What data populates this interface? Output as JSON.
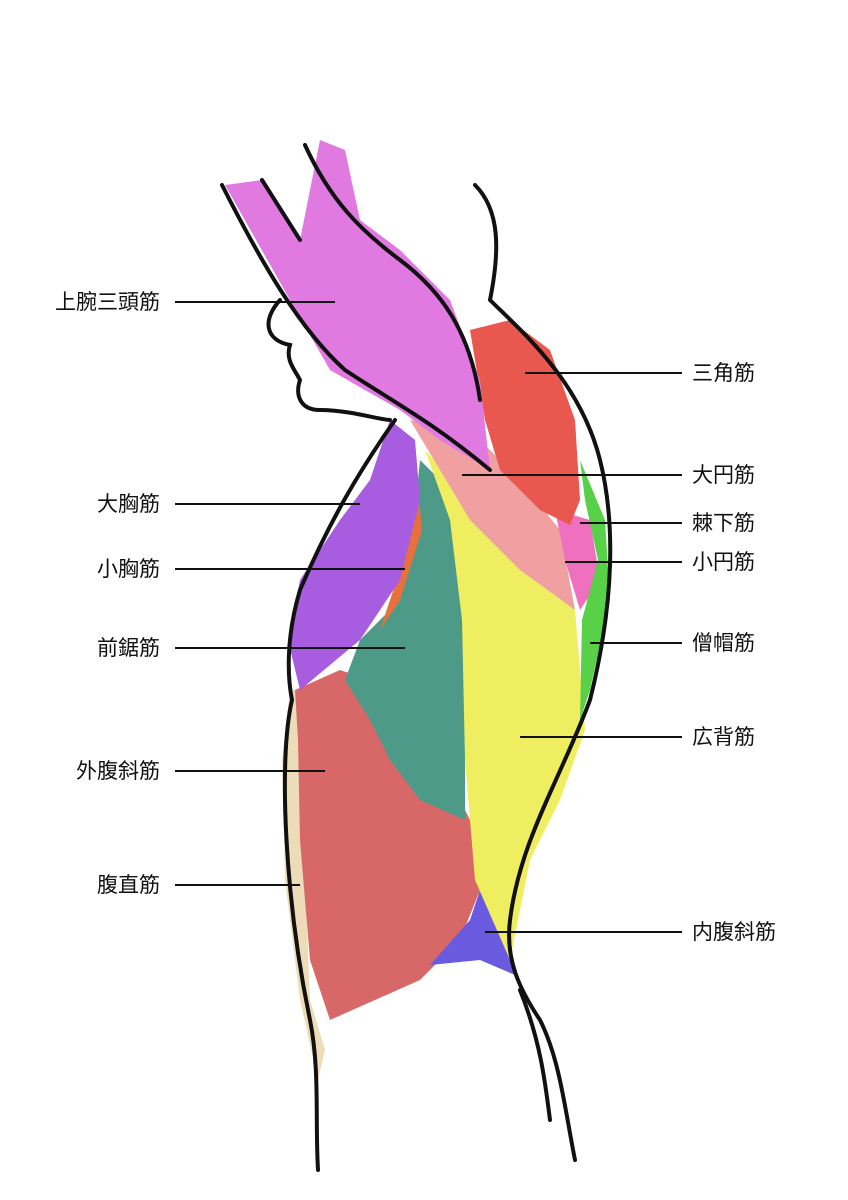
{
  "title": "Side view of torso muscles",
  "labels_left": [
    {
      "id": "triceps",
      "text": "上腕三頭筋"
    },
    {
      "id": "pectoralis-major",
      "text": "大胸筋"
    },
    {
      "id": "pectoralis-minor",
      "text": "小胸筋"
    },
    {
      "id": "serratus-anterior",
      "text": "前鋸筋"
    },
    {
      "id": "external-oblique",
      "text": "外腹斜筋"
    },
    {
      "id": "rectus-abdominis",
      "text": "腹直筋"
    }
  ],
  "labels_right": [
    {
      "id": "deltoid",
      "text": "三角筋"
    },
    {
      "id": "teres-major",
      "text": "大円筋"
    },
    {
      "id": "infraspinatus",
      "text": "棘下筋"
    },
    {
      "id": "teres-minor",
      "text": "小円筋"
    },
    {
      "id": "trapezius",
      "text": "僧帽筋"
    },
    {
      "id": "latissimus-dorsi",
      "text": "広背筋"
    },
    {
      "id": "internal-oblique",
      "text": "内腹斜筋"
    }
  ],
  "colors": {
    "triceps": "#e07ae0",
    "deltoid": "#e8584e",
    "teres_major": "#f0a0a0",
    "infraspinatus": "#f070c0",
    "trapezius": "#58d048",
    "latissimus": "#eeee60",
    "pec_major": "#a85ce0",
    "pec_minor": "#e8703c",
    "serratus": "#4e9a88",
    "ext_oblique": "#d86060",
    "rectus": "#ecdcb8",
    "int_oblique": "#6a5ae0",
    "outline": "#111111"
  }
}
